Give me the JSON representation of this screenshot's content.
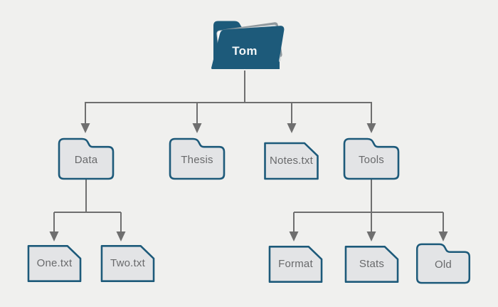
{
  "nodes": {
    "root": {
      "label": "Tom",
      "type": "open-folder"
    },
    "data": {
      "label": "Data",
      "type": "folder"
    },
    "thesis": {
      "label": "Thesis",
      "type": "folder"
    },
    "notes": {
      "label": "Notes.txt",
      "type": "document"
    },
    "tools": {
      "label": "Tools",
      "type": "folder"
    },
    "one": {
      "label": "One.txt",
      "type": "document"
    },
    "two": {
      "label": "Two.txt",
      "type": "document"
    },
    "format": {
      "label": "Format",
      "type": "document"
    },
    "stats": {
      "label": "Stats",
      "type": "document"
    },
    "old": {
      "label": "Old",
      "type": "folder"
    }
  },
  "structure": {
    "Tom": [
      "Data",
      "Thesis",
      "Notes.txt",
      "Tools"
    ],
    "Data": [
      "One.txt",
      "Two.txt"
    ],
    "Tools": [
      "Format",
      "Stats",
      "Old"
    ]
  },
  "colors": {
    "background": "#f0f0ee",
    "node_fill": "#e3e4e6",
    "node_border": "#1d5a7a",
    "label_text": "#68696b",
    "root_label": "#f3f6f7",
    "connector": "#6f6f6f",
    "paper_white": "#fbfcfc",
    "paper_gray": "#8f989d",
    "paper_edge": "#c2c8cb"
  }
}
